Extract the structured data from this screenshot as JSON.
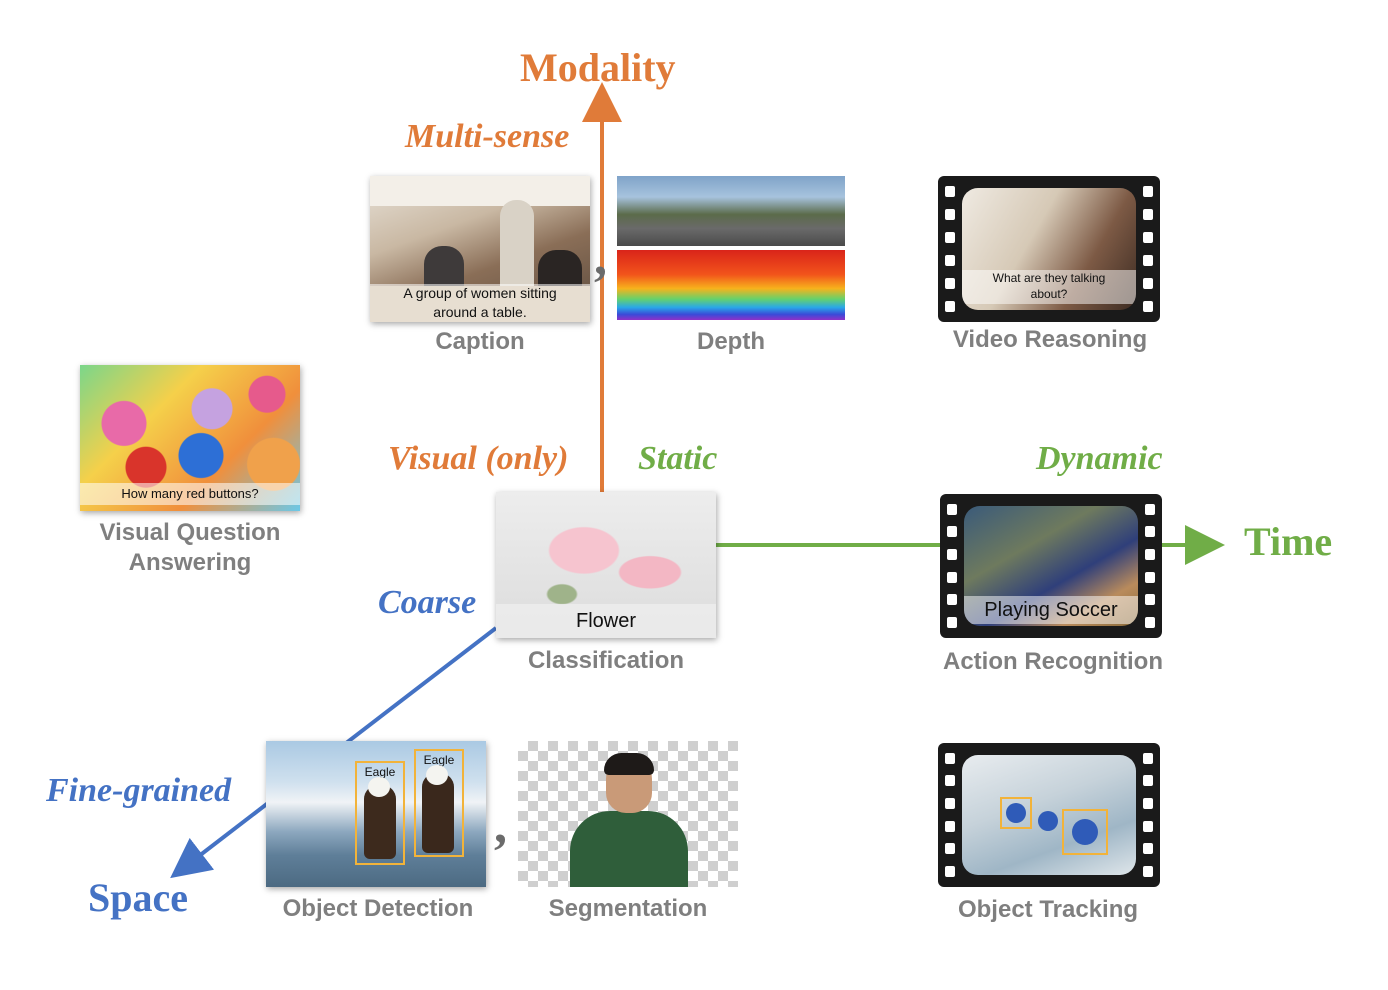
{
  "axes": {
    "modality": {
      "title": "Modality",
      "top_label": "Multi-sense",
      "bottom_label": "Visual (only)",
      "color": "#e07b39"
    },
    "time": {
      "title": "Time",
      "left_label": "Static",
      "right_label": "Dynamic",
      "color": "#70ad47"
    },
    "space": {
      "title": "Space",
      "top_label": "Coarse",
      "bottom_label": "Fine-grained",
      "color": "#4472c4"
    }
  },
  "tasks": {
    "caption": {
      "label": "Caption",
      "overlay": [
        "A group of women sitting",
        "around a table."
      ]
    },
    "depth": {
      "label": "Depth"
    },
    "video_reasoning": {
      "label": "Video Reasoning",
      "overlay": [
        "What are they talking",
        "about?"
      ]
    },
    "vqa": {
      "label_line1": "Visual Question",
      "label_line2": "Answering",
      "overlay": "How many red buttons?"
    },
    "classification": {
      "label": "Classification",
      "overlay": "Flower"
    },
    "action_recognition": {
      "label": "Action Recognition",
      "overlay": "Playing Soccer"
    },
    "object_detection": {
      "label": "Object Detection",
      "boxes": [
        "Eagle",
        "Eagle"
      ]
    },
    "segmentation": {
      "label": "Segmentation"
    },
    "object_tracking": {
      "label": "Object Tracking"
    }
  },
  "separators": {
    "comma": ","
  }
}
